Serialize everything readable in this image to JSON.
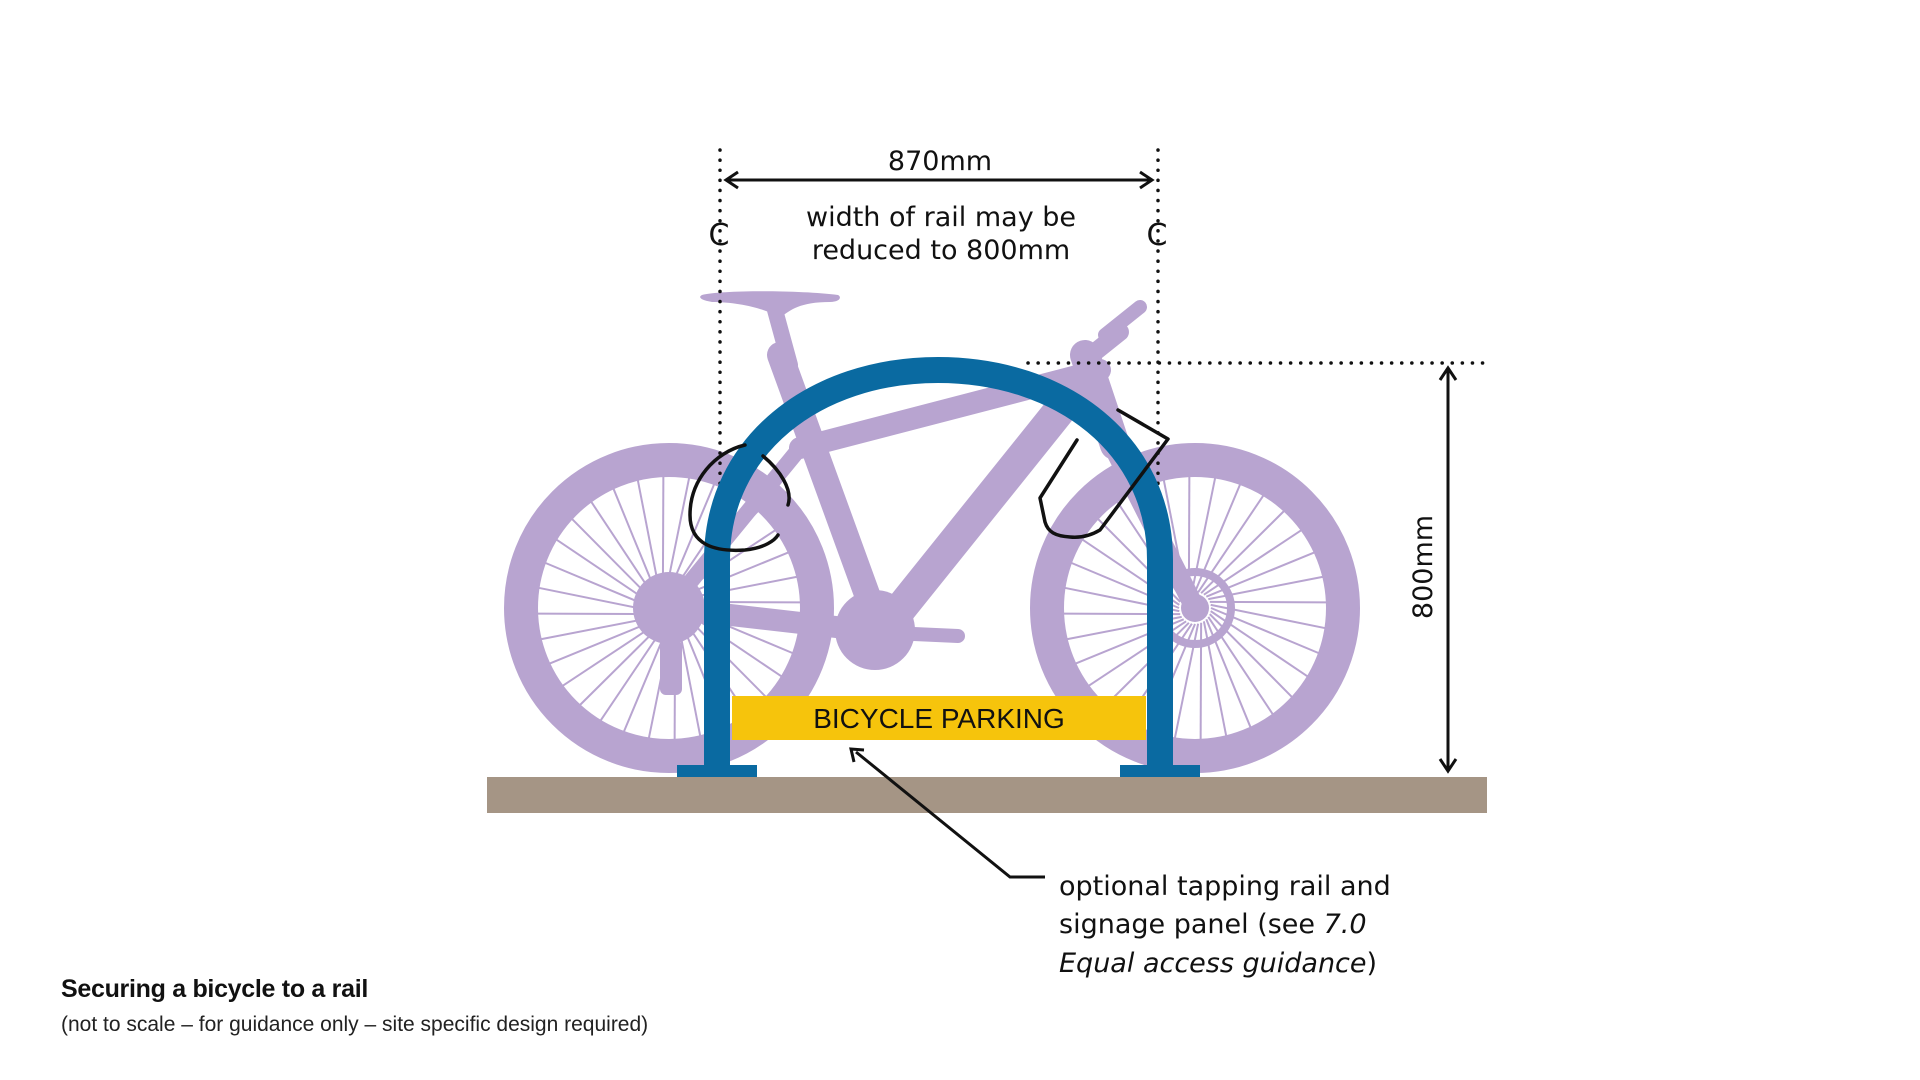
{
  "title": "Securing a bicycle to a rail",
  "subtitle": "(not to scale – for guidance only – site specific design required)",
  "dimensions": {
    "width_label": "870mm",
    "width_note_line1": "width of rail may be",
    "width_note_line2": "reduced to 800mm",
    "height_label": "800mm",
    "centerline_symbol": "C"
  },
  "sign": {
    "text": "BICYCLE PARKING"
  },
  "callout": {
    "line1": "optional tapping rail and",
    "line2_prefix": "signage panel (see ",
    "line2_italic": "7.0",
    "line3_italic": "Equal access guidance",
    "line3_suffix": ")"
  },
  "colors": {
    "bicycle": "#b8a4d0",
    "rail": "#0a6aa1",
    "sign": "#f6c40c",
    "ground": "#a59585",
    "lines": "#111111"
  }
}
